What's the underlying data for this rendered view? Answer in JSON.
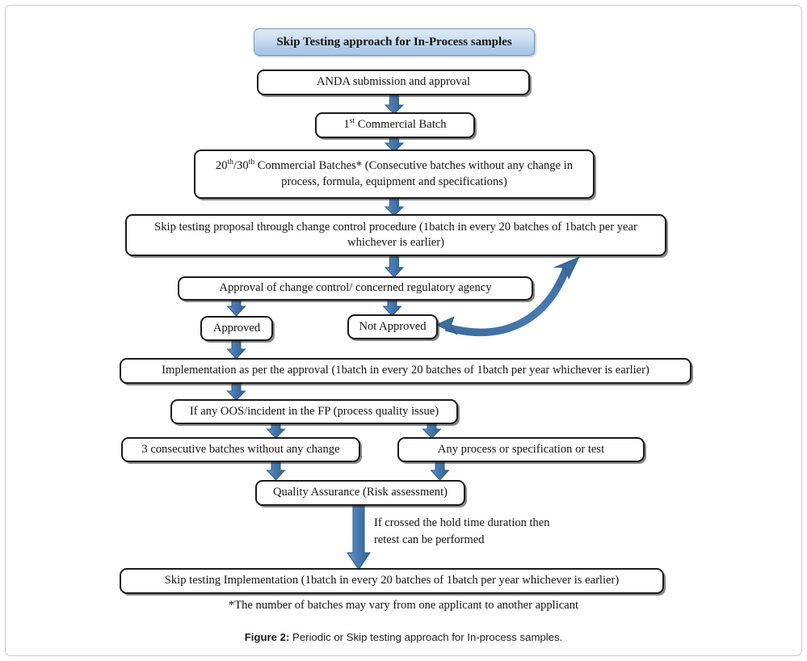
{
  "figure": {
    "title_banner": "Skip Testing approach for In-Process samples",
    "caption_label": "Figure 2:",
    "caption_text": " Periodic or Skip testing approach for In-process samples.",
    "footnote": "*The number of batches may vary from one applicant to another applicant",
    "edge_label": "If crossed the hold time duration then\nretest can be performed"
  },
  "colors": {
    "arrow_fill": "#4a7ab0",
    "arrow_stroke": "#2f5c8c",
    "arrow_long_fill": "#4b7cb3",
    "node_border": "#1a1a1a",
    "banner_top": "#dce8f5",
    "banner_bottom": "#a9c6e6",
    "page_border": "#c9c9c9"
  },
  "nodes": {
    "anda": "ANDA submission and approval",
    "first_batch_pre": "1",
    "first_batch_sup": "st",
    "first_batch_post": " Commercial Batch",
    "batches_pre": "20",
    "batches_sup1": "th",
    "batches_mid": "/30",
    "batches_sup2": "th",
    "batches_post": " Commercial Batches* (Consecutive batches without any change in process, formula, equipment and specifications)",
    "proposal": "Skip testing proposal through change control procedure (1batch in every 20 batches of 1batch per year whichever is earlier)",
    "approval_cc": "Approval of change control/ concerned regulatory agency",
    "approved": "Approved",
    "not_approved": "Not Approved",
    "implementation": "Implementation as per the approval (1batch in every 20 batches of 1batch per year whichever is earlier)",
    "oos": "If any OOS/incident in the FP (process quality issue)",
    "three_batches": "3 consecutive batches without any change",
    "any_process": "Any process or specification or test",
    "qa": "Quality Assurance (Risk assessment)",
    "skip_impl": "Skip testing Implementation (1batch in every 20 batches of 1batch per year whichever is earlier)"
  },
  "flow": {
    "edges": [
      {
        "from": "anda",
        "to": "first-commercial-batch",
        "kind": "block-arrow-down"
      },
      {
        "from": "first-commercial-batch",
        "to": "commercial-batches",
        "kind": "block-arrow-down"
      },
      {
        "from": "commercial-batches",
        "to": "skip-testing-proposal",
        "kind": "block-arrow-down"
      },
      {
        "from": "skip-testing-proposal",
        "to": "approval-change-control",
        "kind": "block-arrow-down"
      },
      {
        "from": "approval-change-control",
        "to": "approved",
        "kind": "block-arrow-down"
      },
      {
        "from": "approval-change-control",
        "to": "not-approved",
        "kind": "block-arrow-down"
      },
      {
        "from": "not-approved",
        "to": "skip-testing-proposal",
        "kind": "curved-double-arrow"
      },
      {
        "from": "approved",
        "to": "implementation",
        "kind": "block-arrow-down"
      },
      {
        "from": "implementation",
        "to": "oos-incident",
        "kind": "block-arrow-down"
      },
      {
        "from": "oos-incident",
        "to": "three-consecutive-batches",
        "kind": "block-arrow-down"
      },
      {
        "from": "oos-incident",
        "to": "any-process-spec-test",
        "kind": "block-arrow-down"
      },
      {
        "from": "three-consecutive-batches",
        "to": "quality-assurance",
        "kind": "block-arrow-down"
      },
      {
        "from": "any-process-spec-test",
        "to": "quality-assurance",
        "kind": "block-arrow-down"
      },
      {
        "from": "quality-assurance",
        "to": "skip-testing-implementation",
        "kind": "long-arrow-down"
      }
    ]
  }
}
